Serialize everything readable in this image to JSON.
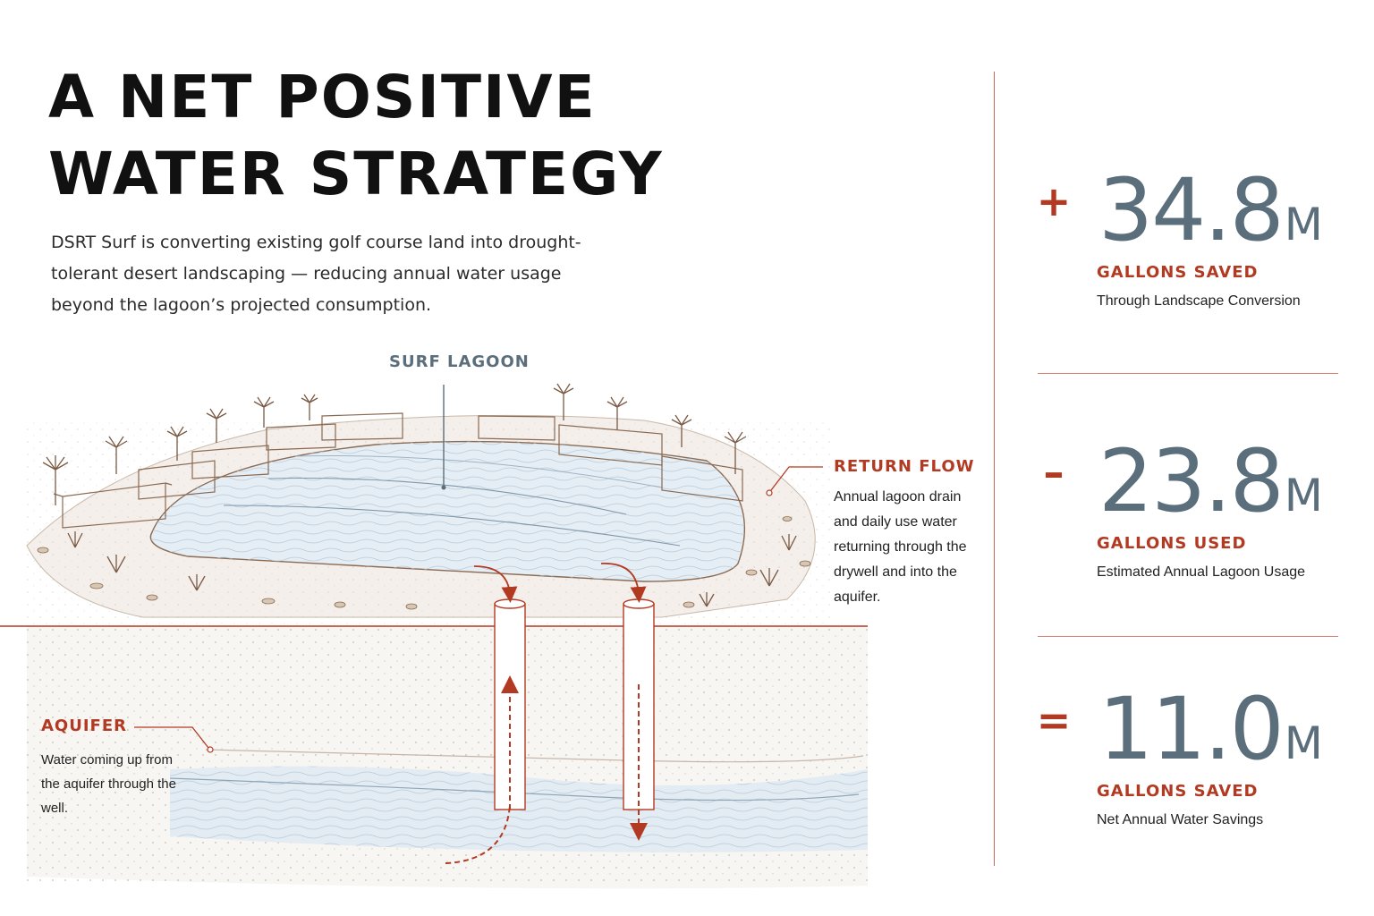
{
  "header": {
    "title_line1": "A NET POSITIVE",
    "title_line2": "WATER STRATEGY",
    "intro": "DSRT Surf is converting existing golf course land into drought-tolerant desert landscaping — reducing annual water usage beyond the lagoon’s projected consumption."
  },
  "diagram": {
    "lagoon_label": "SURF LAGOON",
    "return_flow": {
      "title": "RETURN FLOW",
      "description": "Annual lagoon drain and daily use water returning through the drywell and into the aquifer."
    },
    "aquifer": {
      "title": "AQUIFER",
      "description": "Water coming up from the aquifer through the well."
    }
  },
  "stats": [
    {
      "operator": "+",
      "value": "34.8",
      "unit": "M",
      "label": "GALLONS SAVED",
      "sublabel": "Through Landscape Conversion"
    },
    {
      "operator": "–",
      "value": "23.8",
      "unit": "M",
      "label": "GALLONS USED",
      "sublabel": "Estimated Annual Lagoon Usage"
    },
    {
      "operator": "=",
      "value": "11.0",
      "unit": "M",
      "label": "GALLONS SAVED",
      "sublabel": "Net Annual Water Savings"
    }
  ],
  "colors": {
    "accent": "#b33a22",
    "slate": "#5b6e7c",
    "water": "#e6eef5",
    "sketch": "#8a6a52"
  }
}
